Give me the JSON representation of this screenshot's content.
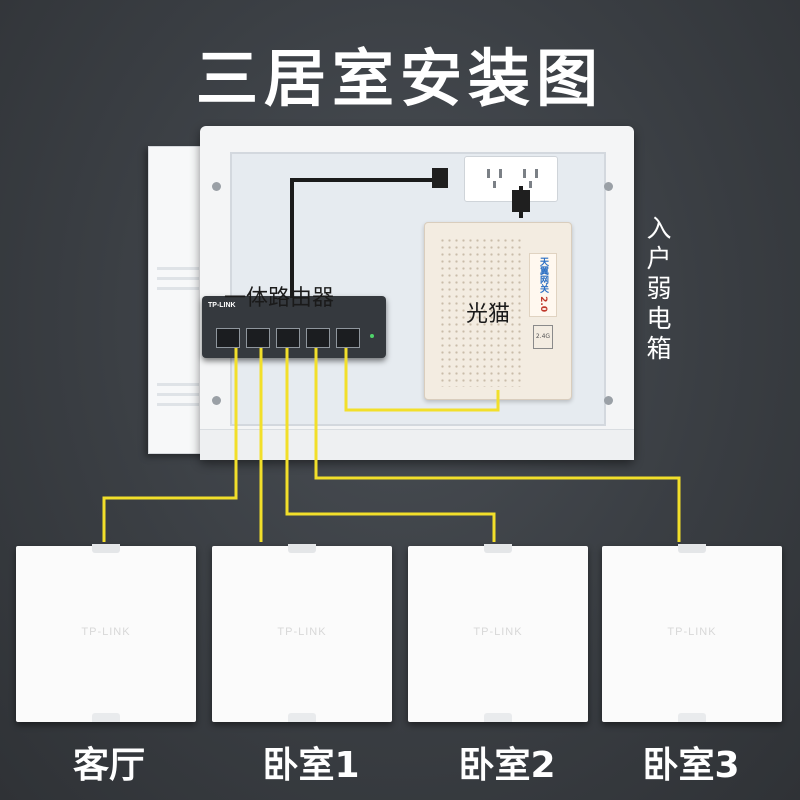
{
  "title": "三居室安装图",
  "wiring_box": {
    "label": "入户弱电箱",
    "router": {
      "label": "一体路由器",
      "brand": "TP-LINK"
    },
    "modem": {
      "label": "光猫",
      "brand": "天翼网关",
      "version": "2.0",
      "tag": "2.4G"
    }
  },
  "panels": [
    {
      "room": "客厅",
      "brand": "TP-LINK"
    },
    {
      "room": "卧室1",
      "brand": "TP-LINK"
    },
    {
      "room": "卧室2",
      "brand": "TP-LINK"
    },
    {
      "room": "卧室3",
      "brand": "TP-LINK"
    }
  ],
  "colors": {
    "cable": "#f2df2a",
    "background": "#3a3e43",
    "text": "#ffffff"
  }
}
